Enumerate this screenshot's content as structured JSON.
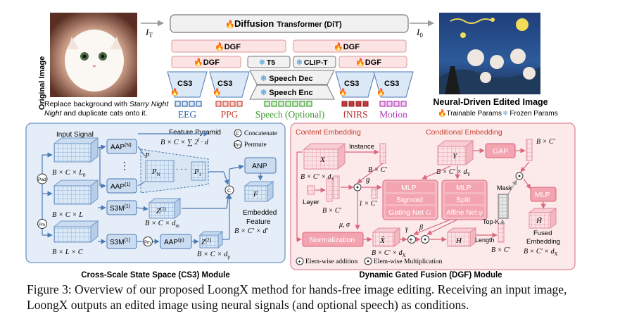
{
  "top": {
    "original_image_label": "Original Image",
    "prompt_text": "Replace background with",
    "prompt_italic": "Starry Night",
    "prompt_rest": "and duplicate cats onto it.",
    "dit_label": "Diffusion Transformer (DiT)",
    "dit_bold": "Diffusion",
    "dit_rest": "Transformer (DiT)",
    "i_t": "I",
    "i_t_sub": "T",
    "i_0": "I",
    "i_0_sub": "0",
    "dgf_left": "DGF",
    "dgf_right": "DGF",
    "dgf_small_left": "DGF",
    "dgf_small_right": "DGF",
    "t5": "T5",
    "clip": "CLIP-T",
    "speech_dec": "Speech Dec",
    "speech_enc": "Speech Enc",
    "cs3": "CS3",
    "modalities": [
      "EEG",
      "PPG",
      "Speech (Optional)",
      "fNIRS",
      "Motion"
    ],
    "output_title": "Neural-Driven Edited Image",
    "legend_trainable": "Trainable Params",
    "legend_frozen": "Frozen Params",
    "colors": {
      "eeg": "#2f5fa8",
      "ppg": "#c8412f",
      "speech": "#3c9a2e",
      "fnirs": "#b83030",
      "motion": "#b23ab2"
    }
  },
  "cs3": {
    "input_signal": "Input Signal",
    "feature_pyramid": "Feature Pyramid",
    "pyramid_dims": "B × C × ∑ 2",
    "pyramid_dims_sup": "l",
    "pyramid_dims_rest": "· d",
    "concatenate": "Concatenate",
    "permute": "Permute",
    "c_symbol": "C",
    "pm_symbol": "Pm",
    "pad": "Pad",
    "aap_n": "AAP",
    "aap_n_sup": "(N)",
    "aap_1": "AAP",
    "aap_1_sup": "(1)",
    "aap_p": "AAP",
    "aap_p_sup": "(p)",
    "s3m_1": "S3M",
    "s3m_1_sup": "(1)",
    "s3m_1b": "S3M",
    "s3m_1b_sup": "(1)",
    "anp": "ANP",
    "p_label": "P",
    "p_n": "P",
    "p_n_sub": "N",
    "p_1": "P",
    "p_1_sub": "1",
    "dots": "· · ·",
    "vdots": "⋮",
    "dim_bcl0": "B × C × L",
    "dim_bcl0_sub": "0",
    "dim_bcl": "B × C × L",
    "dim_blc": "B × L × C",
    "z1": "Z",
    "z1_sup": "(1)",
    "z2": "Z",
    "z2_sup": "(2)",
    "dim_bcdm": "B × C × d",
    "dim_bcdm_sub": "m",
    "dim_bcdp": "B × C × d",
    "dim_bcdp_sub": "p",
    "f_label": "F",
    "embedded_feature": "Embedded",
    "embedded_feature2": "Feature",
    "dim_bcd": "B × C′ × d′",
    "title": "Cross-Scale State Space (CS3) Module"
  },
  "dgf": {
    "content_embedding": "Content Embedding",
    "conditional_embedding": "Conditional Embedding",
    "x_label": "X",
    "instance": "Instance",
    "dim_x": "B × C′ × d",
    "dim_x_sub": "X",
    "dim_x_sup": "′",
    "dim_bc": "B × C′",
    "y_label": "Y",
    "dim_y": "B × C′ × d",
    "dim_y_sub": "Y",
    "gap": "GAP",
    "dim_bc_right": "B × C′",
    "layer": "Layer",
    "dim_bc_layer": "B × C′",
    "g_label": "g",
    "one_c": "1 × C′",
    "mlp_left": "MLP",
    "sigmoid": "Sigmoid",
    "gating": "Gating Net",
    "gating_sym": "G",
    "mlp_mid": "MLP",
    "split": "Split",
    "affine": "Affine Net",
    "affine_sym": "ψ",
    "mask": "Mask",
    "mlp_right": "MLP",
    "mu_sigma": "μ, σ",
    "normalization": "Normalization",
    "x_hat": "X̂",
    "gamma": "γ",
    "beta": "β",
    "h_label": "H",
    "length": "Length",
    "topk": "Top-K",
    "dim_bc_len": "B × C′",
    "fused": "Fused",
    "fused2": "Embedding",
    "h_tilde": "H̃",
    "dim_fused": "B × C′ × d",
    "dim_fused_sub": "X",
    "dim_xhat": "B × C′ × d",
    "dim_xhat_sub": "X",
    "elem_add": "Elem-wise addition",
    "elem_mul": "Elem-wise Multiplication",
    "title": "Dynamic Gated Fusion (DGF) Module"
  },
  "caption": {
    "text": "Figure 3: Overview of our proposed LoongX method for hands-free image editing. Receiving an input image, LoongX outputs an edited image using neural signals (and optional speech) as conditions."
  }
}
